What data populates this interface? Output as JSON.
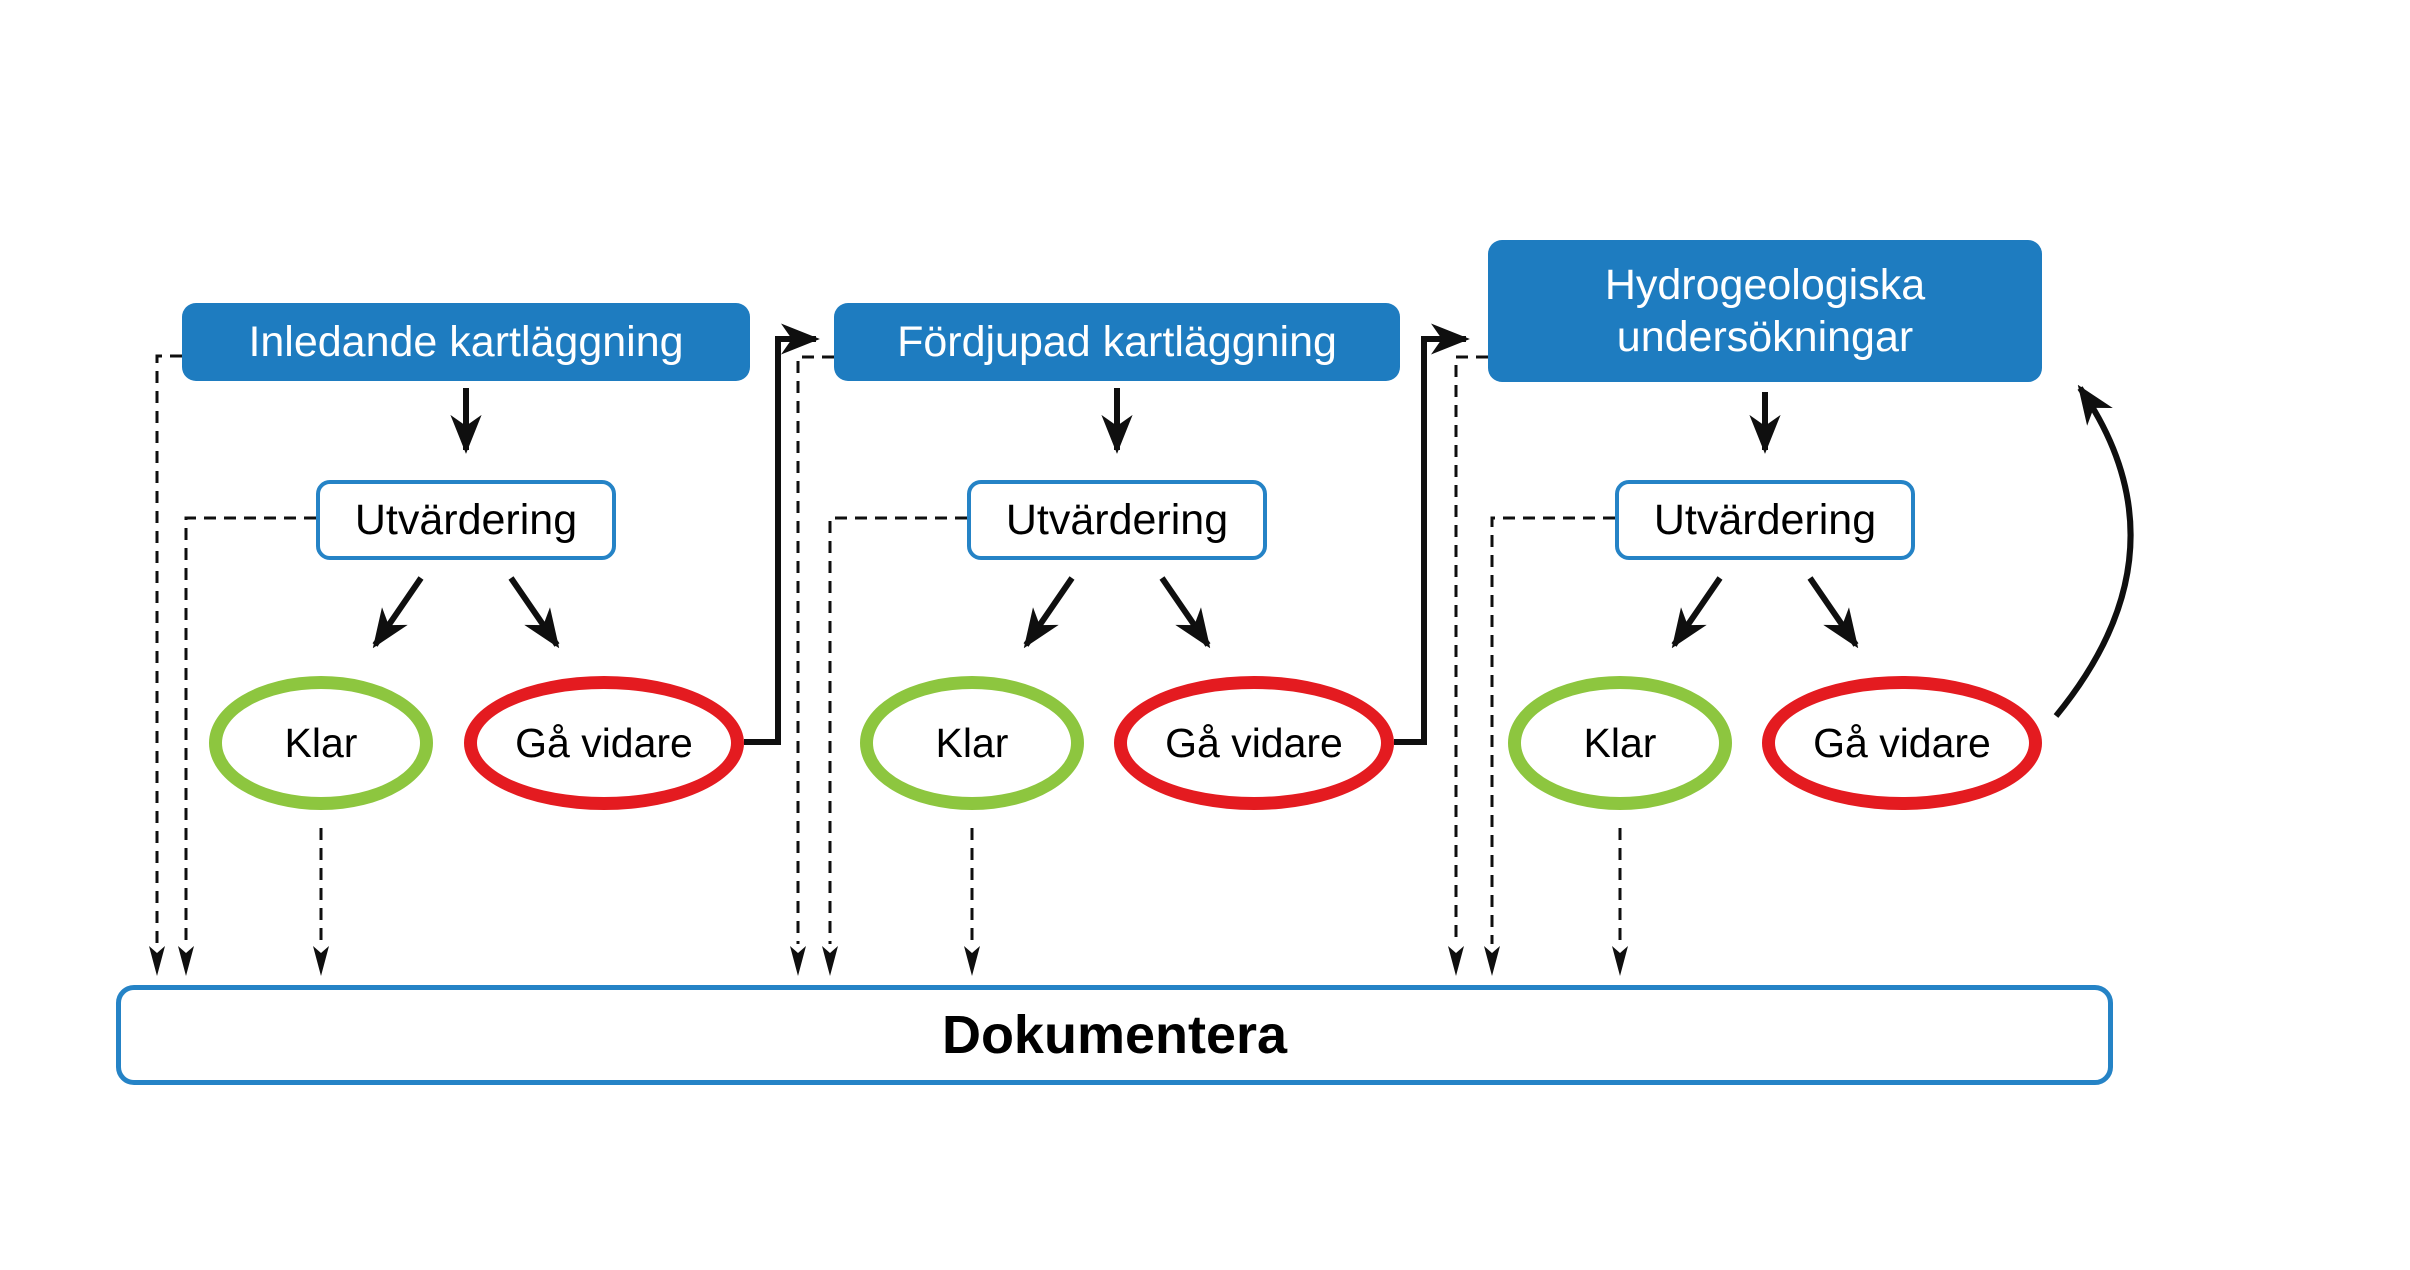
{
  "diagram": {
    "stages": [
      {
        "title": "Inledande kartläggning",
        "evaluation_label": "Utvärdering",
        "outcome_done_label": "Klar",
        "outcome_continue_label": "Gå vidare"
      },
      {
        "title": "Fördjupad kartläggning",
        "evaluation_label": "Utvärdering",
        "outcome_done_label": "Klar",
        "outcome_continue_label": "Gå vidare"
      },
      {
        "title": "Hydrogeologiska undersökningar",
        "evaluation_label": "Utvärdering",
        "outcome_done_label": "Klar",
        "outcome_continue_label": "Gå vidare"
      }
    ],
    "footer_label": "Dokumentera",
    "colors": {
      "stage_blue_fill": "#1e7cc0",
      "box_outline_blue": "#2583c6",
      "done_green": "#8dc63f",
      "continue_red": "#e41b20",
      "arrow_black": "#0f0f0f",
      "text_white": "#ffffff",
      "text_black": "#000000"
    }
  }
}
